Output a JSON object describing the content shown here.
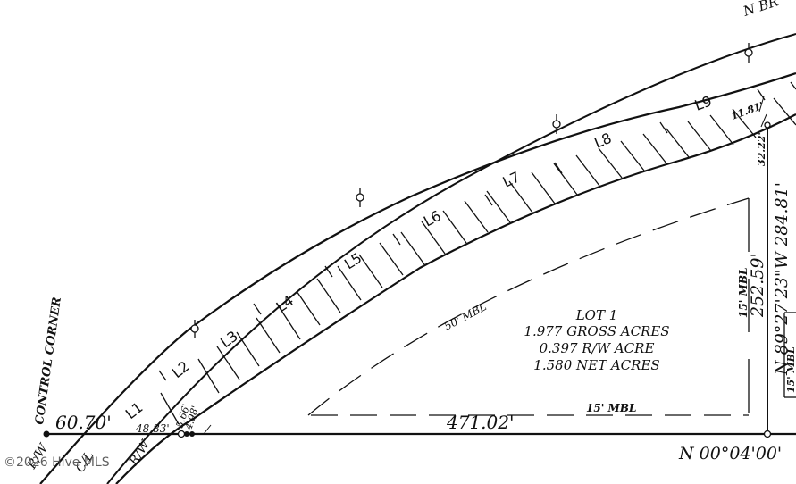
{
  "plat": {
    "road_label": "N BR",
    "control_corner": "CONTROL CORNER",
    "lot": {
      "title": "LOT 1",
      "gross": "1.977 GROSS ACRES",
      "rw": "0.397 R/W ACRE",
      "net": "1.580 NET ACRES"
    },
    "mbl": {
      "front": "50' MBL",
      "rear": "15' MBL",
      "side": "15' MBL",
      "side_right": "15' MBL"
    },
    "dimensions": {
      "west_tie": "60.70'",
      "rw_segment": "48.83'",
      "rw_offset_a": "5.66'",
      "rw_offset_b": "4.98'",
      "south_line": "471.02'",
      "east_inner": "252.59'",
      "east_line": "N 89°27'23\"W 284.81'",
      "east_top_a": "11.81'",
      "east_top_b": "32.22'",
      "south_bearing": "N 00°04'00'"
    },
    "rw_labels": [
      "R/W",
      "C/L",
      "R/W"
    ],
    "segments": [
      "L1",
      "L2",
      "L3",
      "L4",
      "L5",
      "L6",
      "L7",
      "L8",
      "L9"
    ],
    "watermark": "©2026 Hive MLS"
  },
  "colors": {
    "ink": "#111111",
    "paper": "#ffffff"
  }
}
